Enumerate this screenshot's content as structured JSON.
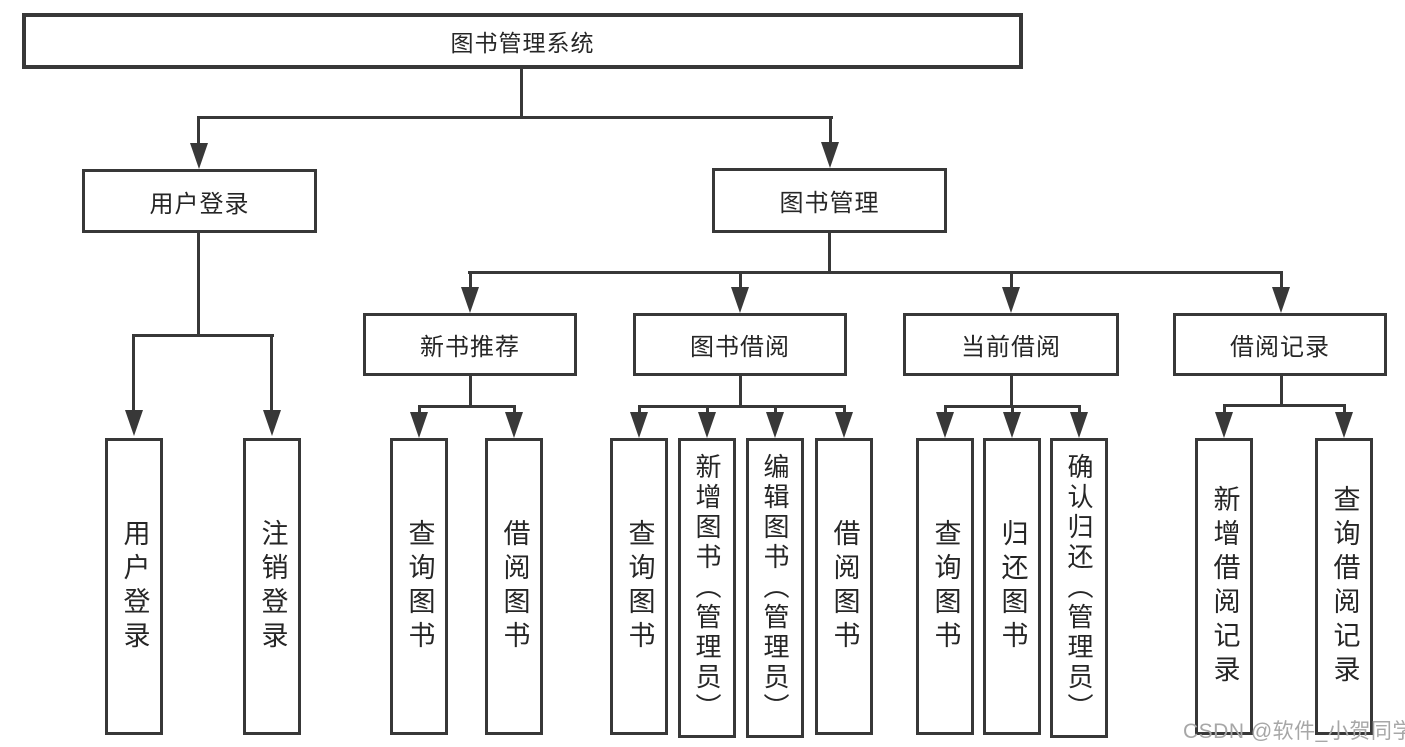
{
  "diagram": {
    "title": "图书管理系统",
    "branches": [
      {
        "label": "用户登录",
        "children": [
          {
            "label": "用户登录"
          },
          {
            "label": "注销登录"
          }
        ]
      },
      {
        "label": "图书管理",
        "children": [
          {
            "label": "新书推荐",
            "children": [
              {
                "label": "查询图书"
              },
              {
                "label": "借阅图书"
              }
            ]
          },
          {
            "label": "图书借阅",
            "children": [
              {
                "label": "查询图书"
              },
              {
                "label": "新增图书（管理员）"
              },
              {
                "label": "编辑图书（管理员）"
              },
              {
                "label": "借阅图书"
              }
            ]
          },
          {
            "label": "当前借阅",
            "children": [
              {
                "label": "查询图书"
              },
              {
                "label": "归还图书"
              },
              {
                "label": "确认归还（管理员）"
              }
            ]
          },
          {
            "label": "借阅记录",
            "children": [
              {
                "label": "新增借阅记录"
              },
              {
                "label": "查询借阅记录"
              }
            ]
          }
        ]
      }
    ],
    "watermark": "CSDN @软件_小贺同学",
    "colors": {
      "line": "#383838",
      "text": "#262626",
      "watermark": "#a7a7a7",
      "background": "#ffffff"
    }
  }
}
